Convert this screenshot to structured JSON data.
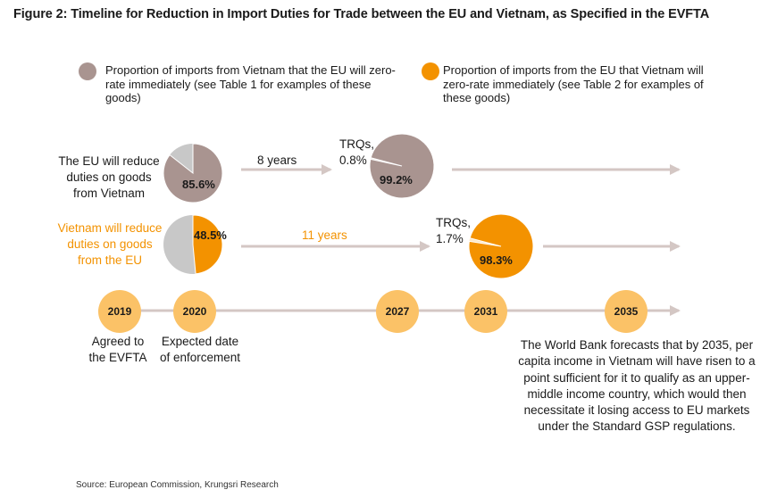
{
  "title": "Figure 2: Timeline for Reduction in Import Duties for Trade between the EU and Vietnam, as Specified in the EVFTA",
  "legend": [
    {
      "label": "Proportion of imports from Vietnam that the EU will zero-rate immediately (see Table 1 for examples of these goods)",
      "color": "#a99490"
    },
    {
      "label": "Proportion of imports from the EU that Vietnam will zero-rate immediately (see Table 2 for examples of these goods)",
      "color": "#f39200"
    }
  ],
  "rows": {
    "eu": {
      "label": "The EU will reduce duties on goods from Vietnam",
      "start_pct": "85.6%",
      "start_value": 85.6,
      "period": "8 years",
      "trq_label": "TRQs, 0.8%",
      "trq_value": 0.8,
      "end_pct": "99.2%",
      "end_value": 99.2,
      "color": "#a99490",
      "remainder_color": "#c8c8c8"
    },
    "vn": {
      "label": "Vietnam will reduce duties on goods from the EU",
      "start_pct": "48.5%",
      "start_value": 48.5,
      "period": "11 years",
      "trq_label": "TRQs, 1.7%",
      "trq_value": 1.7,
      "end_pct": "98.3%",
      "end_value": 98.3,
      "color": "#f39200",
      "remainder_color": "#c8c8c8"
    }
  },
  "timeline": {
    "years": [
      "2019",
      "2020",
      "2027",
      "2031",
      "2035"
    ],
    "notes": {
      "y2019": "Agreed to the EVFTA",
      "y2020": "Expected date of enforcement",
      "y2035": "The World Bank forecasts that by 2035, per capita income in Vietnam will have risen to a point sufficient for it to qualify as an upper-middle income country, which would then necessitate it losing access to EU markets under the Standard GSP regulations."
    }
  },
  "source": "Source: European Commission, Krungsri Research"
}
